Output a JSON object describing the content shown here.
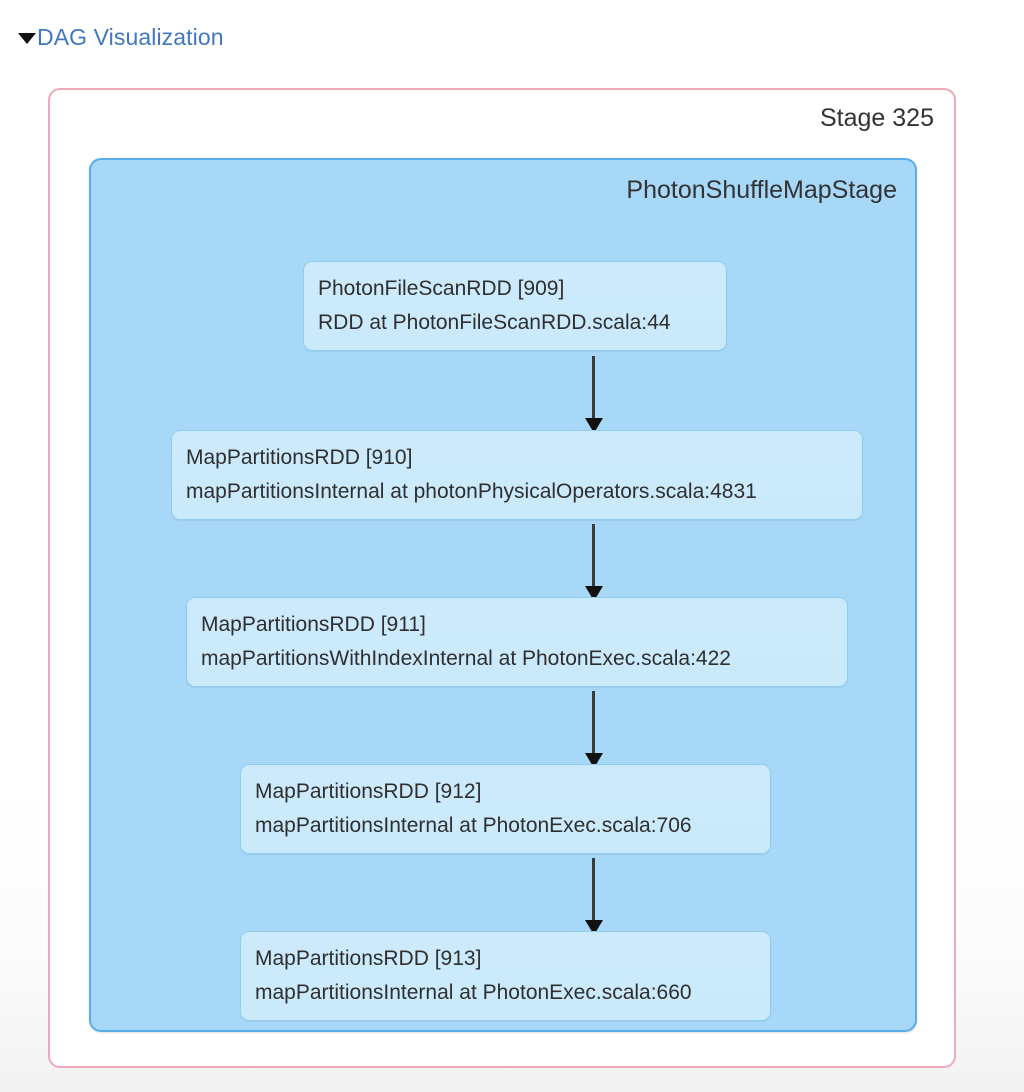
{
  "header": {
    "label": "DAG Visualization",
    "caret_icon": "triangle-down-icon",
    "link_color": "#4078c0"
  },
  "container": {
    "border_color": "#edabb7",
    "stage_label": "Stage 325"
  },
  "stage": {
    "title": "PhotonShuffleMapStage",
    "fill_color": "#a7d8f7",
    "border_color": "#5aaceb"
  },
  "nodes": [
    {
      "id": "909",
      "title": "PhotonFileScanRDD [909]",
      "detail": "RDD at PhotonFileScanRDD.scala:44"
    },
    {
      "id": "910",
      "title": "MapPartitionsRDD [910]",
      "detail": "mapPartitionsInternal at photonPhysicalOperators.scala:4831"
    },
    {
      "id": "911",
      "title": "MapPartitionsRDD [911]",
      "detail": "mapPartitionsWithIndexInternal at PhotonExec.scala:422"
    },
    {
      "id": "912",
      "title": "MapPartitionsRDD [912]",
      "detail": "mapPartitionsInternal at PhotonExec.scala:706"
    },
    {
      "id": "913",
      "title": "MapPartitionsRDD [913]",
      "detail": "mapPartitionsInternal at PhotonExec.scala:660"
    }
  ],
  "edges": [
    {
      "from": "909",
      "to": "910"
    },
    {
      "from": "910",
      "to": "911"
    },
    {
      "from": "911",
      "to": "912"
    },
    {
      "from": "912",
      "to": "913"
    }
  ],
  "node_style": {
    "fill_color": "#caeafc",
    "border_color": "#8fcdf0",
    "text_color": "#2f2f2f"
  },
  "edge_style": {
    "line_color": "#3b3b3b",
    "arrow_color": "#111111"
  }
}
